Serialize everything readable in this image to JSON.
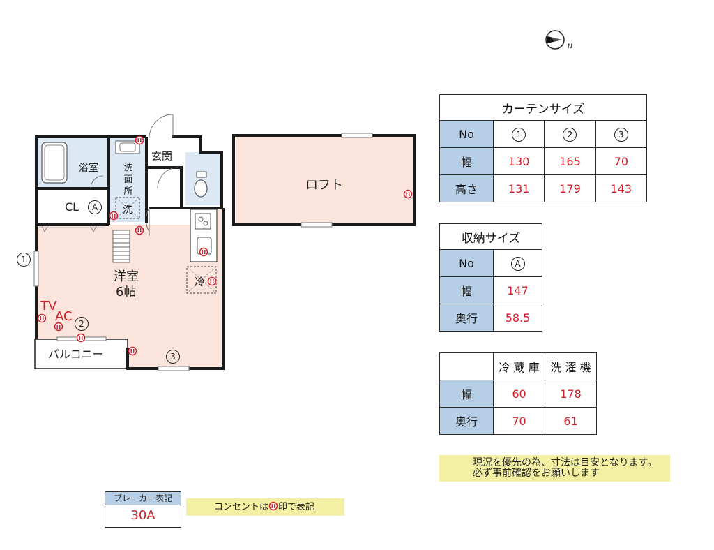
{
  "compass": {
    "label": "N"
  },
  "rooms": {
    "bath": "浴室",
    "washroom_lines": [
      "洗",
      "面",
      "所"
    ],
    "wash_mark": "洗",
    "entrance": "玄関",
    "closet": "CL",
    "closet_mark": "A",
    "western_room_line1": "洋室",
    "western_room_line2": "6帖",
    "fridge_mark": "冷",
    "balcony": "バルコニー",
    "loft": "ロフト",
    "tv": "TV",
    "ac": "AC",
    "window1": "1",
    "window2": "2",
    "window3": "3"
  },
  "curtain_table": {
    "title": "カーテンサイズ",
    "header_label": "No",
    "columns": [
      "1",
      "2",
      "3"
    ],
    "rows": [
      {
        "label": "幅",
        "values": [
          "130",
          "165",
          "70"
        ]
      },
      {
        "label": "高さ",
        "values": [
          "131",
          "179",
          "143"
        ]
      }
    ]
  },
  "storage_table": {
    "title": "収納サイズ",
    "header_label": "No",
    "column": "A",
    "rows": [
      {
        "label": "幅",
        "value": "147"
      },
      {
        "label": "奥行",
        "value": "58.5"
      }
    ]
  },
  "appliance_table": {
    "columns": [
      "冷 蔵 庫",
      "洗 濯 機"
    ],
    "rows": [
      {
        "label": "幅",
        "values": [
          "60",
          "178"
        ]
      },
      {
        "label": "奥行",
        "values": [
          "70",
          "61"
        ]
      }
    ]
  },
  "notice": {
    "line1": "現況を優先の為、寸法は目安となります。",
    "line2": "必ず事前確認をお願いします"
  },
  "breaker": {
    "label": "ブレーカー表記",
    "value": "30A"
  },
  "outlet_note": {
    "before": "コンセントは",
    "after": "印で表記"
  },
  "colors": {
    "room_fill": "#fbe4dc",
    "wet_fill": "#dde8f5",
    "header_fill": "#b6cfe6",
    "value_red": "#d01f2a",
    "note_yellow": "#f3f0a3",
    "wall": "#1a1a1a"
  }
}
